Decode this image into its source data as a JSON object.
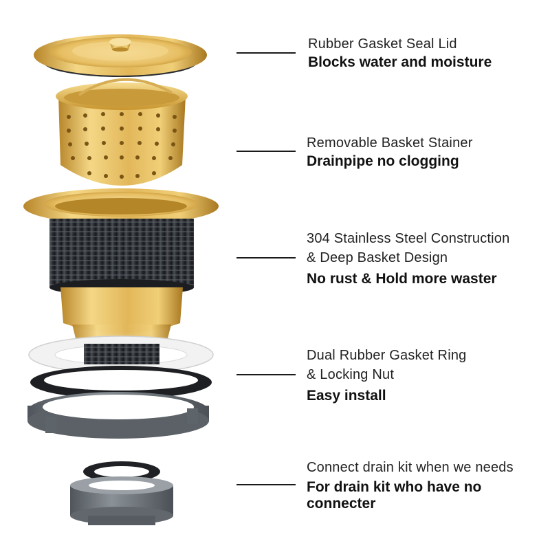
{
  "colors": {
    "gold_light": "#f3d27a",
    "gold_mid": "#d9aa45",
    "gold_dark": "#a87820",
    "black_part": "#2a2c30",
    "grey_part": "#6f767d",
    "white_gasket": "#eeeeee"
  },
  "parts": [
    {
      "title_lines": [
        "Rubber Gasket Seal Lid"
      ],
      "bold_lines": [
        "Blocks water and moisture"
      ]
    },
    {
      "title_lines": [
        "Removable Basket Stainer"
      ],
      "bold_lines": [
        "Drainpipe no clogging"
      ]
    },
    {
      "title_lines": [
        "304 Stainless Steel Construction",
        "& Deep Basket Design"
      ],
      "bold_lines": [
        "No rust & Hold more waster"
      ]
    },
    {
      "title_lines": [
        "Dual Rubber Gasket Ring",
        "& Locking Nut"
      ],
      "bold_lines": [
        "Easy install"
      ]
    },
    {
      "title_lines": [
        "Connect drain kit when we needs"
      ],
      "bold_lines": [
        "For drain kit who have no",
        "connecter"
      ]
    }
  ]
}
